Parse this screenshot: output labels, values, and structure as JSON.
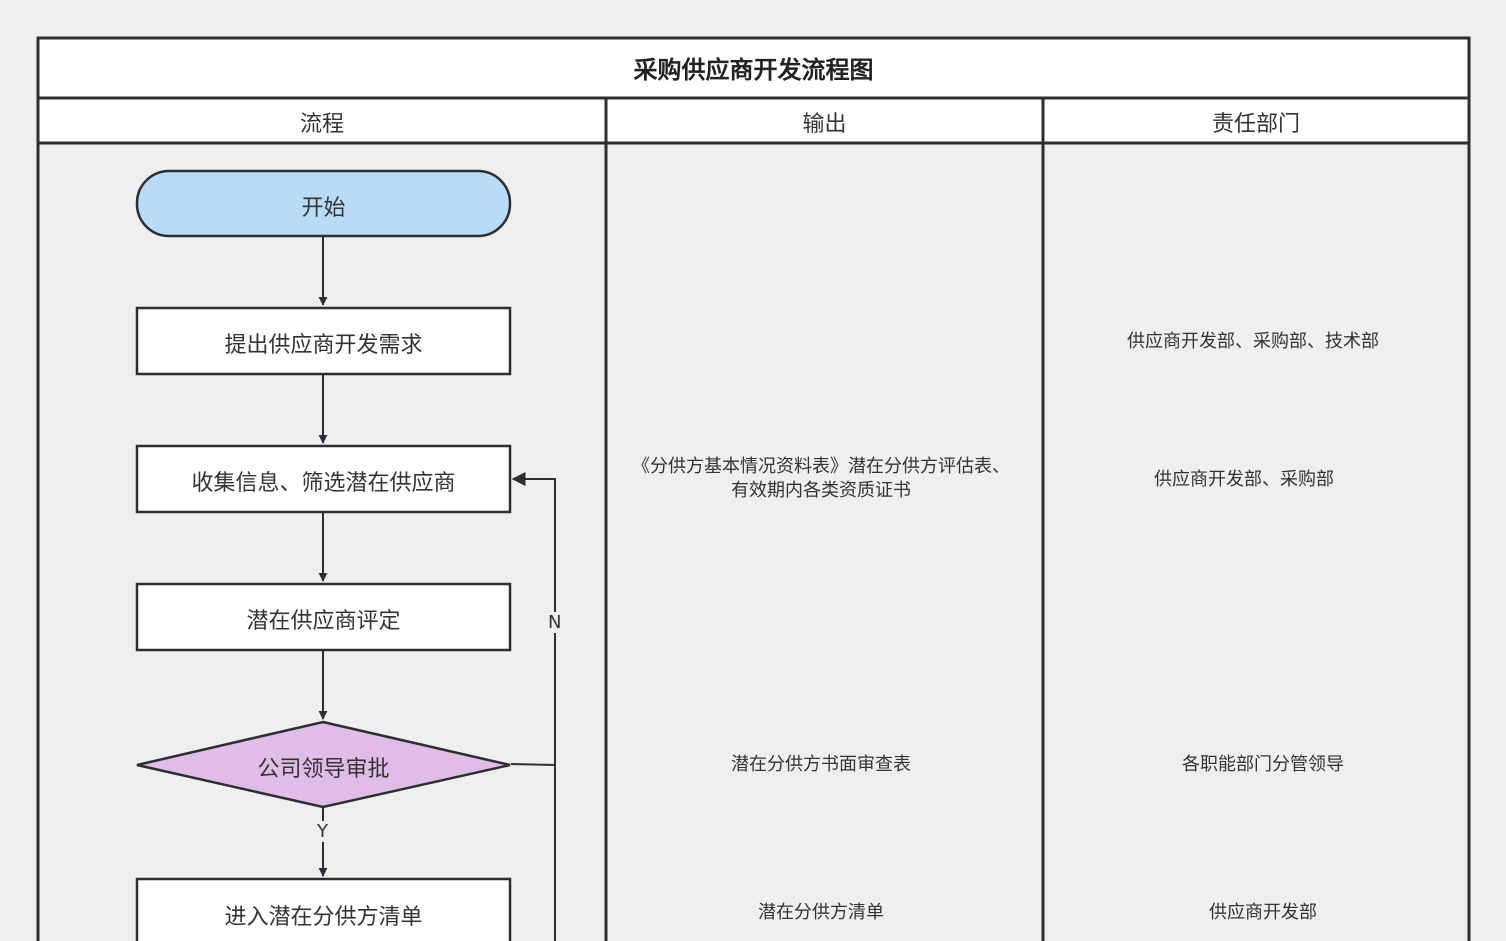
{
  "title": "采购供应商开发流程图",
  "columns": {
    "process": "流程",
    "output": "输出",
    "department": "责任部门"
  },
  "nodes": {
    "start": "开始",
    "propose": "提出供应商开发需求",
    "collect": "收集信息、筛选潜在供应商",
    "evaluate": "潜在供应商评定",
    "approve": "公司领导审批",
    "list": "进入潜在分供方清单"
  },
  "edges": {
    "yes": "Y",
    "no": "N"
  },
  "outputs": {
    "collect_line1": "《分供方基本情况资料表》潜在分供方评估表、",
    "collect_line2": "有效期内各类资质证书",
    "approve": "潜在分供方书面审查表",
    "list": "潜在分供方清单"
  },
  "departments": {
    "propose": "供应商开发部、采购部、技术部",
    "collect": "供应商开发部、采购部",
    "approve": "各职能部门分管领导",
    "list": "供应商开发部"
  },
  "colors": {
    "stroke": "#2b2f33",
    "start_fill": "#b8dcf7",
    "decision_fill": "#e0bde6",
    "process_fill": "#ffffff",
    "header_fill": "#ffffff",
    "background": "#efefef"
  }
}
